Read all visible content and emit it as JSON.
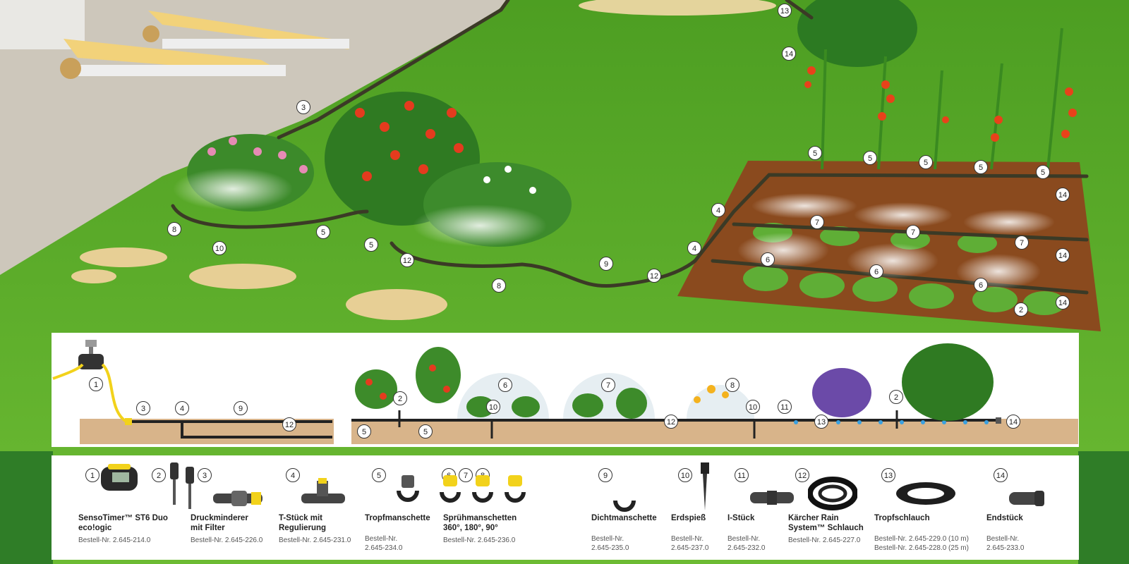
{
  "scene_callouts": [
    "13",
    "14",
    "3",
    "5",
    "5",
    "5",
    "5",
    "5",
    "14",
    "4",
    "7",
    "7",
    "7",
    "14",
    "8",
    "10",
    "5",
    "5",
    "12",
    "8",
    "9",
    "4",
    "12",
    "6",
    "6",
    "6",
    "14",
    "2"
  ],
  "strip_callouts": [
    "1",
    "3",
    "4",
    "9",
    "12",
    "2",
    "5",
    "5",
    "6",
    "10",
    "7",
    "12",
    "8",
    "10",
    "11",
    "13",
    "2",
    "14"
  ],
  "legend": [
    {
      "nums": [
        "1"
      ],
      "name": "SensoTimer™ ST6 Duo\necoǃogic",
      "order": "Bestell-Nr. 2.645-214.0",
      "icon": "timer-icon"
    },
    {
      "nums": [
        "2"
      ],
      "name": "",
      "order": "",
      "icon": "soil-sensor-icon"
    },
    {
      "nums": [
        "3"
      ],
      "name": "Druckminderer\nmit Filter",
      "order": "Bestell-Nr. 2.645-226.0",
      "icon": "pressure-reducer-icon"
    },
    {
      "nums": [
        "4"
      ],
      "name": "T-Stück mit\nRegulierung",
      "order": "Bestell-Nr. 2.645-231.0",
      "icon": "t-piece-icon"
    },
    {
      "nums": [
        "5"
      ],
      "name": "Tropfmanschette",
      "order": "Bestell-Nr.\n2.645-234.0",
      "icon": "drip-collar-icon"
    },
    {
      "nums": [
        "6",
        "7",
        "8"
      ],
      "name": "Sprühmanschetten\n360°, 180°, 90°",
      "order": "Bestell-Nr. 2.645-236.0",
      "icon": "spray-collar-icon"
    },
    {
      "nums": [
        "9"
      ],
      "name": "Dichtmanschette",
      "order": "Bestell-Nr.\n2.645-235.0",
      "icon": "sealing-collar-icon"
    },
    {
      "nums": [
        "10"
      ],
      "name": "Erdspieß",
      "order": "Bestell-Nr.\n2.645-237.0",
      "icon": "ground-spike-icon"
    },
    {
      "nums": [
        "11"
      ],
      "name": "I-Stück",
      "order": "Bestell-Nr.\n2.645-232.0",
      "icon": "i-piece-icon"
    },
    {
      "nums": [
        "12"
      ],
      "name": "Kärcher Rain\nSystem™ Schlauch",
      "order": "Bestell-Nr. 2.645-227.0",
      "icon": "hose-coil-icon"
    },
    {
      "nums": [
        "13"
      ],
      "name": "Tropfschlauch",
      "order": "Bestell-Nr. 2.645-229.0 (10 m)\nBestell-Nr. 2.645-228.0 (25 m)",
      "icon": "drip-hose-icon"
    },
    {
      "nums": [
        "14"
      ],
      "name": "Endstück",
      "order": "Bestell-Nr.\n2.645-233.0",
      "icon": "end-piece-icon"
    }
  ],
  "colors": {
    "lawn": "#5cae2a",
    "soil": "#8a4a1e",
    "hose": "#3b3a26",
    "accent_yellow": "#f4d21f",
    "ground_strip": "#d8b48a"
  }
}
